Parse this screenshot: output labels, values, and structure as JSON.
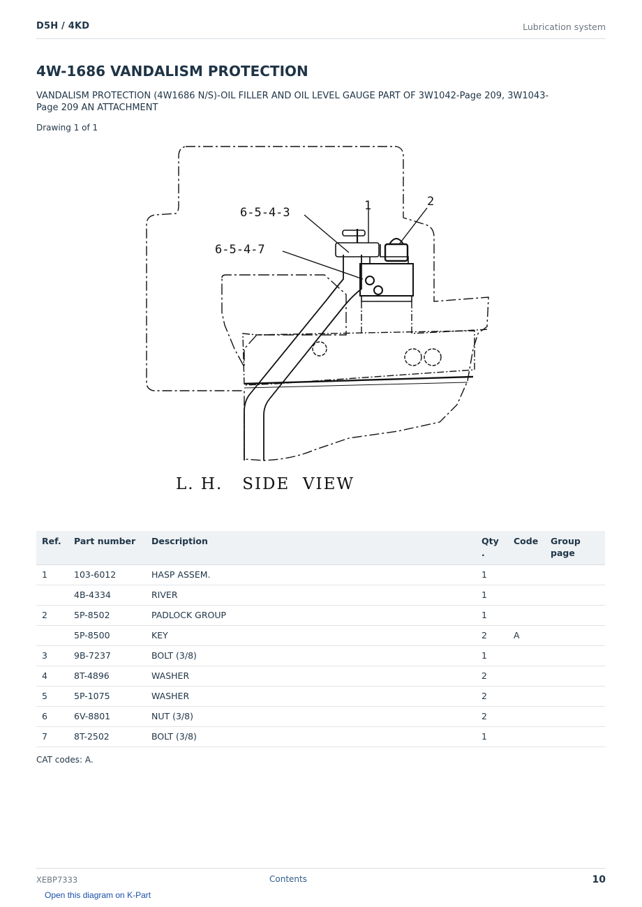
{
  "header": {
    "model": "D5H  /  4KD",
    "section": "Lubrication system"
  },
  "title": "4W-1686 VANDALISM PROTECTION",
  "subtitle": "VANDALISM PROTECTION (4W1686 N/S)-OIL FILLER AND OIL LEVEL GAUGE PART OF 3W1042-Page 209, 3W1043-Page 209 AN ATTACHMENT",
  "drawing_count": "Drawing 1 of 1",
  "diagram": {
    "callouts": [
      "6-5-4-3",
      "6-5-4-7",
      "1",
      "2"
    ],
    "caption": "L. H.   SIDE  VIEW"
  },
  "table": {
    "headers": {
      "ref": "Ref.",
      "part_number": "Part number",
      "description": "Description",
      "qty": "Qty\n.",
      "code": "Code",
      "group_page": "Group page"
    },
    "rows": [
      {
        "ref": "1",
        "part_number": "103-6012",
        "description": "HASP ASSEM.",
        "qty": "1",
        "code": "",
        "group_page": ""
      },
      {
        "ref": "",
        "part_number": "4B-4334",
        "description": "RIVER",
        "qty": "1",
        "code": "",
        "group_page": ""
      },
      {
        "ref": "2",
        "part_number": "5P-8502",
        "description": "PADLOCK GROUP",
        "qty": "1",
        "code": "",
        "group_page": ""
      },
      {
        "ref": "",
        "part_number": "5P-8500",
        "description": "KEY",
        "qty": "2",
        "code": "A",
        "group_page": ""
      },
      {
        "ref": "3",
        "part_number": "9B-7237",
        "description": "BOLT (3/8)",
        "qty": "1",
        "code": "",
        "group_page": ""
      },
      {
        "ref": "4",
        "part_number": "8T-4896",
        "description": "WASHER",
        "qty": "2",
        "code": "",
        "group_page": ""
      },
      {
        "ref": "5",
        "part_number": "5P-1075",
        "description": "WASHER",
        "qty": "2",
        "code": "",
        "group_page": ""
      },
      {
        "ref": "6",
        "part_number": "6V-8801",
        "description": "NUT (3/8)",
        "qty": "2",
        "code": "",
        "group_page": ""
      },
      {
        "ref": "7",
        "part_number": "8T-2502",
        "description": "BOLT (3/8)",
        "qty": "1",
        "code": "",
        "group_page": ""
      }
    ]
  },
  "cat_codes": "CAT codes: A.",
  "footer": {
    "doc_id": "XEBP7333",
    "contents": "Contents",
    "page_number": "10"
  },
  "kpart_link": "Open this diagram on K-Part"
}
